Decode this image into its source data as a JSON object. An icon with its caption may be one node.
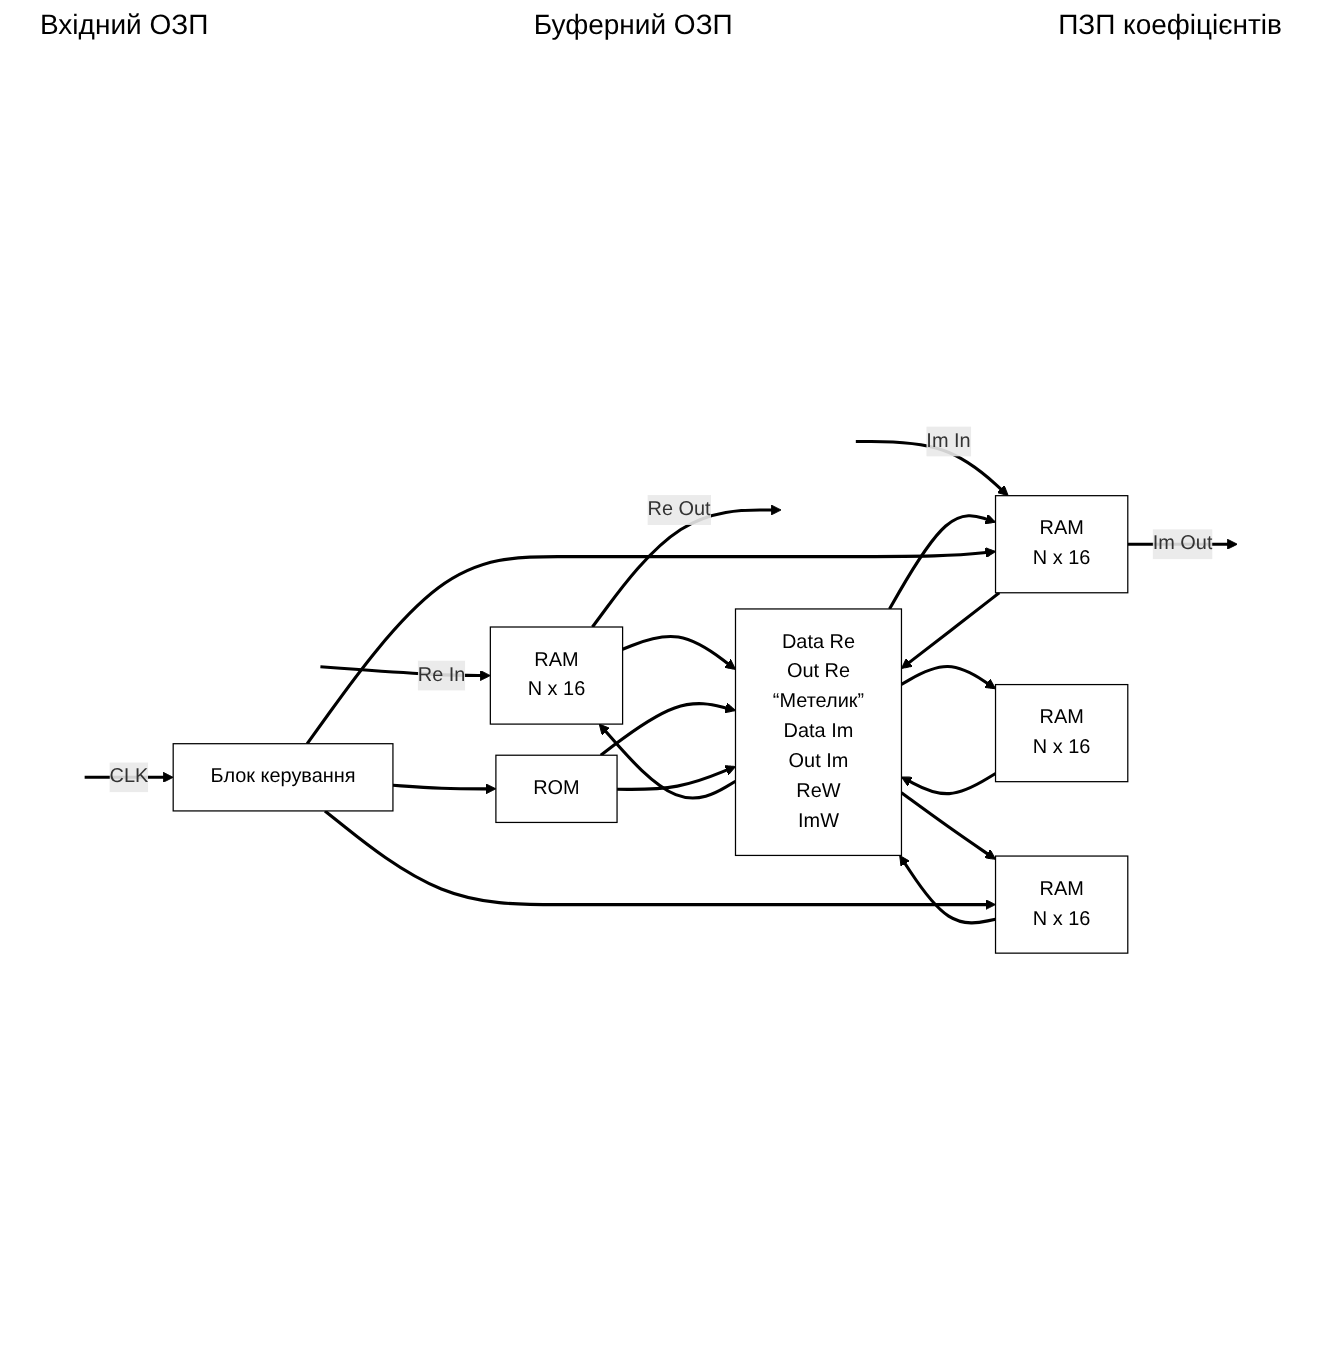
{
  "diagram": {
    "nodes": [
      {
        "text": [
          "RAM",
          "N x 16"
        ]
      },
      {
        "text": [
          "RAM",
          "N x 16"
        ]
      },
      {
        "text": [
          "Data Re",
          "Out Re",
          "“Метелик”",
          "Data Im",
          "Out Im",
          "ReW",
          "ImW"
        ]
      },
      {
        "text": [
          "RAM",
          "N x 16"
        ]
      },
      {
        "text": [
          "RAM",
          "N x 16"
        ]
      },
      {
        "text": [
          "ROM"
        ]
      },
      {
        "text": [
          "Блок керування"
        ]
      }
    ],
    "edges": [
      {
        "from": 0,
        "to": null,
        "arrow": "to",
        "label": "Re Out"
      },
      {
        "from": null,
        "to": 0,
        "arrow": "to",
        "label": "Re In"
      },
      {
        "from": 1,
        "to": null,
        "arrow": "to",
        "label": "Im Out"
      },
      {
        "from": null,
        "to": 1,
        "arrow": "to",
        "label": "Im In"
      },
      {
        "from": 0,
        "to": 2,
        "arrow": "to"
      },
      {
        "from": 2,
        "to": 0,
        "arrow": "to"
      },
      {
        "from": 1,
        "to": 2,
        "arrow": "to"
      },
      {
        "from": 2,
        "to": 1,
        "arrow": "to"
      },
      {
        "from": 2,
        "to": 3,
        "arrow": "to"
      },
      {
        "from": 3,
        "to": 2,
        "arrow": "to"
      },
      {
        "from": 2,
        "to": 4,
        "arrow": "to"
      },
      {
        "from": 4,
        "to": 2,
        "arrow": "to"
      },
      {
        "from": 5,
        "to": 2,
        "arrow": "to"
      },
      {
        "from": 5,
        "to": 2,
        "arrow": "to"
      },
      {
        "from": 6,
        "to": 5,
        "arrow": "to"
      },
      {
        "from": 6,
        "to": 1,
        "arrow": "to"
      },
      {
        "from": 6,
        "to": 4,
        "arrow": "to"
      },
      {
        "from": null,
        "to": 6,
        "arrow": "to",
        "label": "CLK"
      }
    ],
    "labels": [
      "Вхідний ОЗП",
      "Буферний ОЗП",
      "ПЗП коефіцієнтів"
    ]
  }
}
